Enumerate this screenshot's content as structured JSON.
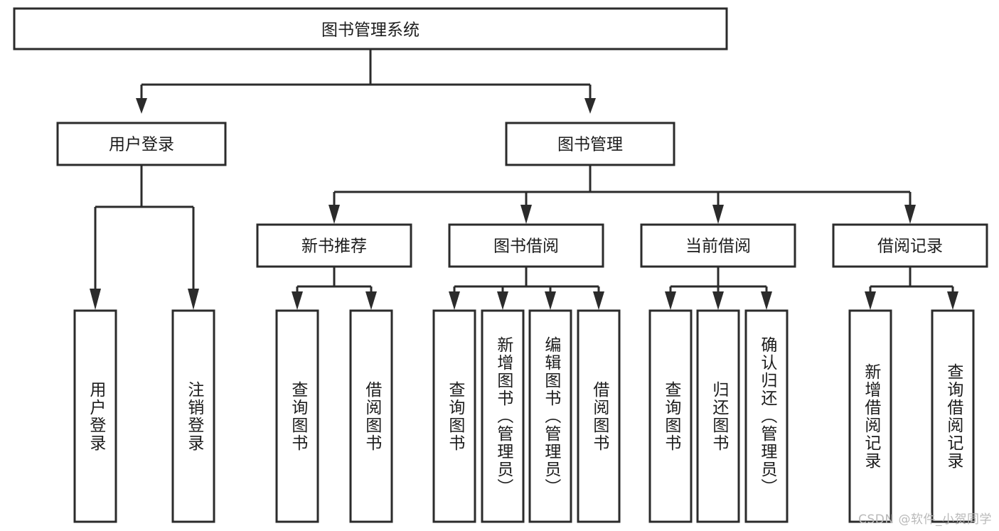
{
  "diagram": {
    "type": "tree-hierarchy-chart",
    "title": "图书管理系统",
    "orientation": "top-down",
    "colors": {
      "box_stroke": "#2b2b2b",
      "box_fill": "#ffffff",
      "connector": "#2b2b2b",
      "text": "#1c1c1c",
      "background": "#ffffff",
      "watermark": "#b9b9b9"
    },
    "levels": {
      "root": {
        "label": "图书管理系统"
      },
      "level2": [
        {
          "label": "用户登录"
        },
        {
          "label": "图书管理"
        }
      ],
      "level3": [
        {
          "label": "新书推荐"
        },
        {
          "label": "图书借阅"
        },
        {
          "label": "当前借阅"
        },
        {
          "label": "借阅记录"
        }
      ],
      "leaves": [
        {
          "label": "用户登录",
          "parent": "用户登录"
        },
        {
          "label": "注销登录",
          "parent": "用户登录"
        },
        {
          "label": "查询图书",
          "parent": "新书推荐"
        },
        {
          "label": "借阅图书",
          "parent": "新书推荐"
        },
        {
          "label": "查询图书",
          "parent": "图书借阅"
        },
        {
          "label": "新增图书（管理员）",
          "parent": "图书借阅"
        },
        {
          "label": "编辑图书（管理员）",
          "parent": "图书借阅"
        },
        {
          "label": "借阅图书",
          "parent": "图书借阅"
        },
        {
          "label": "查询图书",
          "parent": "当前借阅"
        },
        {
          "label": "归还图书",
          "parent": "当前借阅"
        },
        {
          "label": "确认归还（管理员）",
          "parent": "当前借阅"
        },
        {
          "label": "新增借阅记录",
          "parent": "借阅记录"
        },
        {
          "label": "查询借阅记录",
          "parent": "借阅记录"
        }
      ]
    }
  },
  "watermark": {
    "text": "CSDN @软件_小贺同学"
  }
}
